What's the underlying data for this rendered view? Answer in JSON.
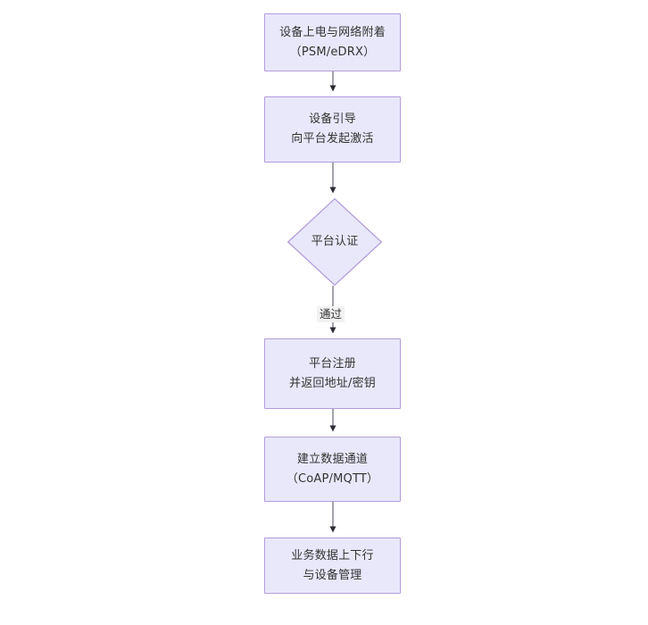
{
  "diagram": {
    "type": "flowchart",
    "orientation": "top-to-bottom",
    "background_color": "#ffffff",
    "node_fill_color": "#e9e8fb",
    "node_border_color": "#b39ddb",
    "connector_color": "#5a5a6a",
    "text_color": "#333333",
    "nodes": [
      {
        "id": "power-on",
        "shape": "rectangle",
        "line1": "设备上电与网络附着",
        "line2": "（PSM/eDRX）",
        "text": "设备上电与网络附着\n（PSM/eDRX）"
      },
      {
        "id": "bootstrap",
        "shape": "rectangle",
        "line1": "设备引导",
        "line2": "向平台发起激活",
        "text": "设备引导\n向平台发起激活"
      },
      {
        "id": "platform-auth",
        "shape": "diamond",
        "line1": "平台认证",
        "line2": "",
        "text": "平台认证"
      },
      {
        "id": "platform-register",
        "shape": "rectangle",
        "line1": "平台注册",
        "line2": "并返回地址/密钥",
        "text": "平台注册\n并返回地址/密钥"
      },
      {
        "id": "data-channel",
        "shape": "rectangle",
        "line1": "建立数据通道",
        "line2": "（CoAP/MQTT）",
        "text": "建立数据通道\n（CoAP/MQTT）"
      },
      {
        "id": "service-data",
        "shape": "rectangle",
        "line1": "业务数据上下行",
        "line2": "与设备管理",
        "text": "业务数据上下行\n与设备管理"
      }
    ],
    "edges": [
      {
        "id": "e1",
        "from": "power-on",
        "to": "bootstrap",
        "label": ""
      },
      {
        "id": "e2",
        "from": "bootstrap",
        "to": "platform-auth",
        "label": ""
      },
      {
        "id": "e3",
        "from": "platform-auth",
        "to": "platform-register",
        "label": "通过"
      },
      {
        "id": "e4",
        "from": "platform-register",
        "to": "data-channel",
        "label": ""
      },
      {
        "id": "e5",
        "from": "data-channel",
        "to": "service-data",
        "label": ""
      }
    ]
  }
}
